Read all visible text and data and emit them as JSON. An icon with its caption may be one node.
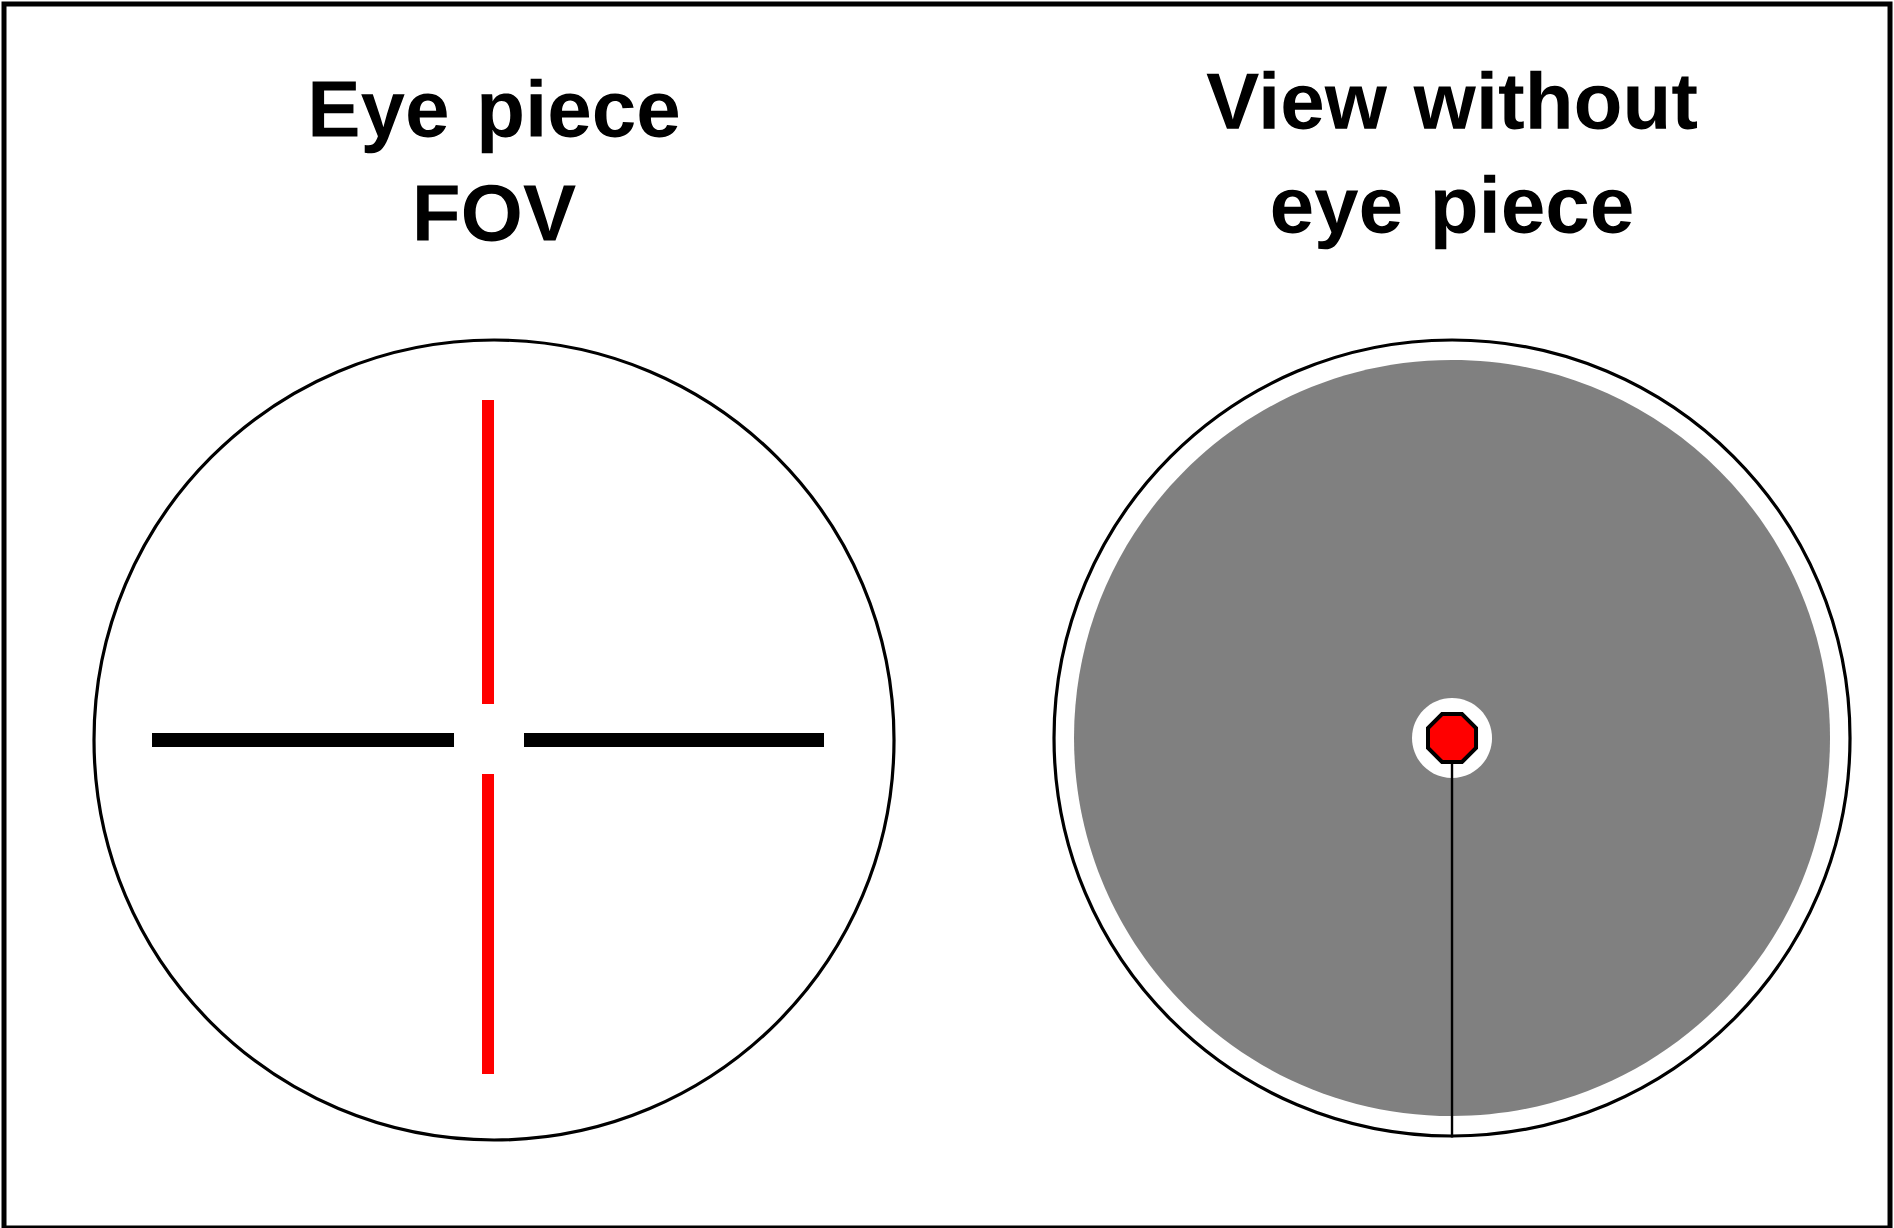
{
  "diagram": {
    "nodes": [
      {
        "text": [
          "Eye piece FOV"
        ]
      },
      {
        "text": [
          "View without eye piece"
        ]
      },
      {
        "text": [],
        "shape": "circle",
        "in": 1
      }
    ],
    "edges": [
      {
        "from": 2,
        "to": 1,
        "arrow": "none"
      }
    ]
  }
}
